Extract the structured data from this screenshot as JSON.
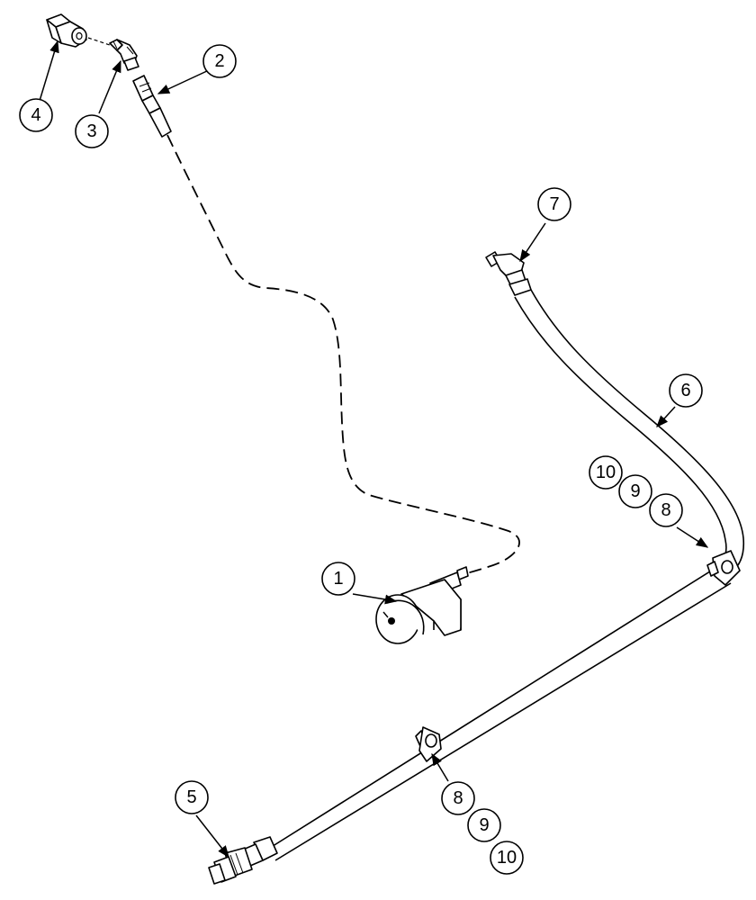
{
  "callouts": {
    "c1": "1",
    "c2": "2",
    "c3": "3",
    "c4": "4",
    "c5": "5",
    "c6": "6",
    "c7": "7",
    "c8a": "8",
    "c9a": "9",
    "c10a": "10",
    "c8b": "8",
    "c9b": "9",
    "c10b": "10"
  },
  "colors": {
    "line": "#000000",
    "background": "#ffffff"
  }
}
